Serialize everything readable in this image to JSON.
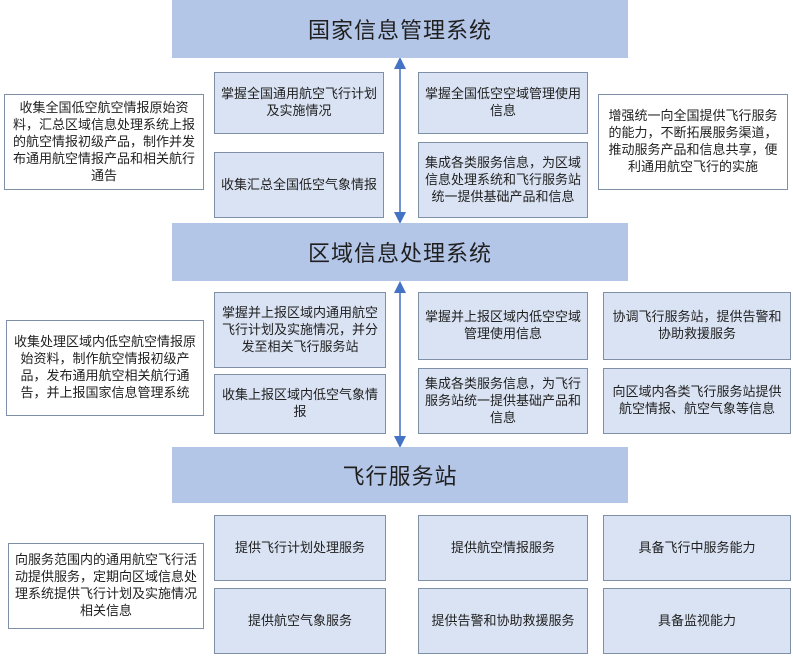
{
  "levels": {
    "national": {
      "title": "国家信息管理系统",
      "left_note": "收集全国低空航空情报原始资料，汇总区域信息处理系统上报的航空情报初级产品，制作并发布通用航空情报产品和相关航行通告",
      "right_note": "增强统一向全国提供飞行服务的能力，不断拓展服务渠道，推动服务产品和信息共享，便利通用航空飞行的实施",
      "boxes": [
        "掌握全国通用航空飞行计划及实施情况",
        "收集汇总全国低空气象情报",
        "掌握全国低空空域管理使用信息",
        "集成各类服务信息，为区域信息处理系统和飞行服务站统一提供基础产品和信息"
      ]
    },
    "regional": {
      "title": "区域信息处理系统",
      "left_note": "收集处理区域内低空航空情报原始资料，制作航空情报初级产品，发布通用航空相关航行通告，并上报国家信息管理系统",
      "boxes": [
        "掌握并上报区域内通用航空飞行计划及实施情况，并分发至相关飞行服务站",
        "收集上报区域内低空气象情报",
        "掌握并上报区域内低空空域管理使用信息",
        "集成各类服务信息，为飞行服务站统一提供基础产品和信息",
        "协调飞行服务站，提供告警和协助救援服务",
        "向区域内各类飞行服务站提供航空情报、航空气象等信息"
      ]
    },
    "station": {
      "title": "飞行服务站",
      "left_note": "向服务范围内的通用航空飞行活动提供服务，定期向区域信息处理系统提供飞行计划及实施情况相关信息",
      "boxes": [
        "提供飞行计划处理服务",
        "提供航空气象服务",
        "提供航空情报服务",
        "提供告警和协助救援服务",
        "具备飞行中服务能力",
        "具备监视能力"
      ]
    }
  },
  "colors": {
    "banner": "#b4c6e7",
    "box_fill": "#dae3f3",
    "box_border": "#7f8fa6",
    "arrow": "#4472c4"
  }
}
